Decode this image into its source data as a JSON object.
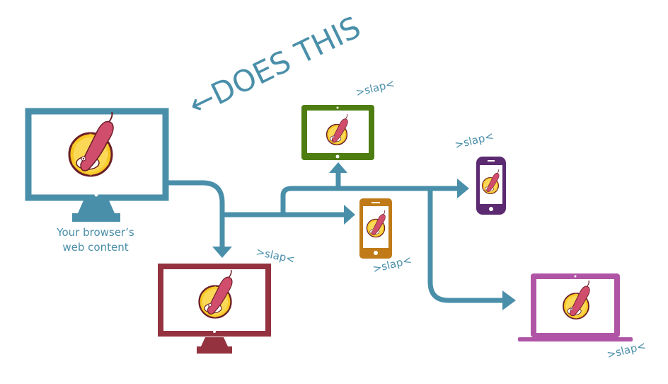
{
  "headline": "←DOES THIS",
  "caption": {
    "line1": "Your browser’s",
    "line2": "web content"
  },
  "slap_label": ">slap<",
  "colors": {
    "connector": "#4a8faa",
    "source_monitor": "#4a8faa",
    "monitor_red": "#94323f",
    "tablet_green": "#4e7d12",
    "phone_orange": "#c07b18",
    "phone_purple": "#5c2a70",
    "laptop_magenta": "#b055a6",
    "logo_yellow": "#f6c51f",
    "logo_sausage": "#d14d6c"
  },
  "devices": [
    {
      "name": "source-monitor",
      "icon": "desktop-monitor-icon"
    },
    {
      "name": "red-monitor",
      "icon": "desktop-monitor-icon"
    },
    {
      "name": "green-tablet",
      "icon": "tablet-icon"
    },
    {
      "name": "orange-phone",
      "icon": "smartphone-icon"
    },
    {
      "name": "purple-phone",
      "icon": "smartphone-icon"
    },
    {
      "name": "magenta-laptop",
      "icon": "laptop-icon"
    }
  ]
}
